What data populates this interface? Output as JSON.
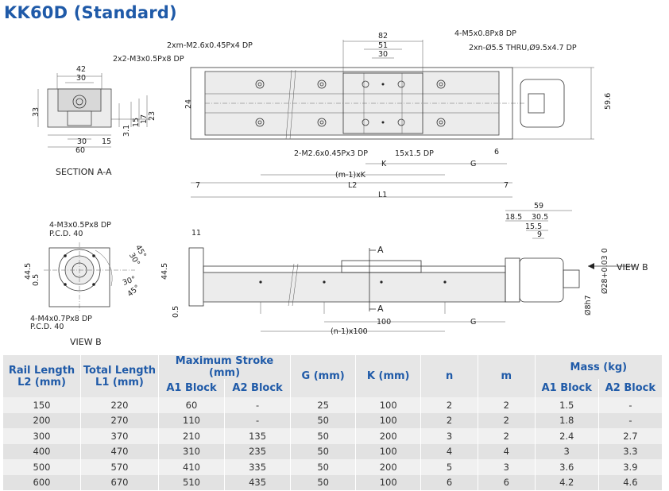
{
  "title": "KK60D (Standard)",
  "section_label": "SECTION A-A",
  "view_b_label": "VIEW B",
  "view_b_arrow": "VIEW B",
  "section_a_top": "A",
  "section_a_bottom": "A",
  "callouts": {
    "m26_x4": "2xm-M2.6x0.45Px4 DP",
    "m3_x8": "2x2-M3x0.5Px8 DP",
    "m5": "4-M5x0.8Px8 DP",
    "thru": "2xn-Ø5.5 THRU,Ø9.5x4.7 DP",
    "m26_x3": "2-M2.6x0.45Px3 DP",
    "dp15": "15x1.5 DP",
    "m3_pcd": "4-M3x0.5Px8 DP",
    "pcd40_a": "P.C.D. 40",
    "m4_pcd": "4-M4x0.7Px8 DP",
    "pcd40_b": "P.C.D. 40"
  },
  "dims": {
    "d82": "82",
    "d51": "51",
    "d30": "30",
    "d42": "42",
    "d30b": "30",
    "d24": "24",
    "d33": "33",
    "d3_1": "3.1",
    "d15": "15",
    "d17": "17",
    "d23": "23",
    "d30c": "30",
    "d15b": "15",
    "d60": "60",
    "d59_6": "59.6",
    "d6": "6",
    "dK": "K",
    "dG": "G",
    "dmK": "(m-1)xK",
    "dL2": "L2",
    "dL1": "L1",
    "d7a": "7",
    "d7b": "7",
    "d59": "59",
    "d18_5": "18.5",
    "d30_5": "30.5",
    "d15_5": "15.5",
    "d9": "9",
    "d11": "11",
    "d44_5a": "44.5",
    "d0_5a": "0.5",
    "d44_5b": "44.5",
    "d0_5b": "0.5",
    "d100": "100",
    "dGb": "G",
    "dn100": "(n-1)x100",
    "d45a": "45°",
    "d30deg": "30°",
    "d30deg2": "30°",
    "d45b": "45°",
    "d28h7": "Ø28+0.03 0",
    "d8h7": "Ø8h7"
  },
  "table": {
    "headers": {
      "rail_length": "Rail Length",
      "rail_length_sub": "L2 (mm)",
      "total_length": "Total Length",
      "total_length_sub": "L1 (mm)",
      "max_stroke": "Maximum  Stroke (mm)",
      "a1": "A1 Block",
      "a2": "A2 Block",
      "g": "G (mm)",
      "k": "K (mm)",
      "n": "n",
      "m": "m",
      "mass": "Mass (kg)",
      "mass_a1": "A1 Block",
      "mass_a2": "A2 Block"
    },
    "rows": [
      [
        "150",
        "220",
        "60",
        "-",
        "25",
        "100",
        "2",
        "2",
        "1.5",
        "-"
      ],
      [
        "200",
        "270",
        "110",
        "-",
        "50",
        "100",
        "2",
        "2",
        "1.8",
        "-"
      ],
      [
        "300",
        "370",
        "210",
        "135",
        "50",
        "200",
        "3",
        "2",
        "2.4",
        "2.7"
      ],
      [
        "400",
        "470",
        "310",
        "235",
        "50",
        "100",
        "4",
        "4",
        "3",
        "3.3"
      ],
      [
        "500",
        "570",
        "410",
        "335",
        "50",
        "200",
        "5",
        "3",
        "3.6",
        "3.9"
      ],
      [
        "600",
        "670",
        "510",
        "435",
        "50",
        "100",
        "6",
        "6",
        "4.2",
        "4.6"
      ]
    ]
  }
}
